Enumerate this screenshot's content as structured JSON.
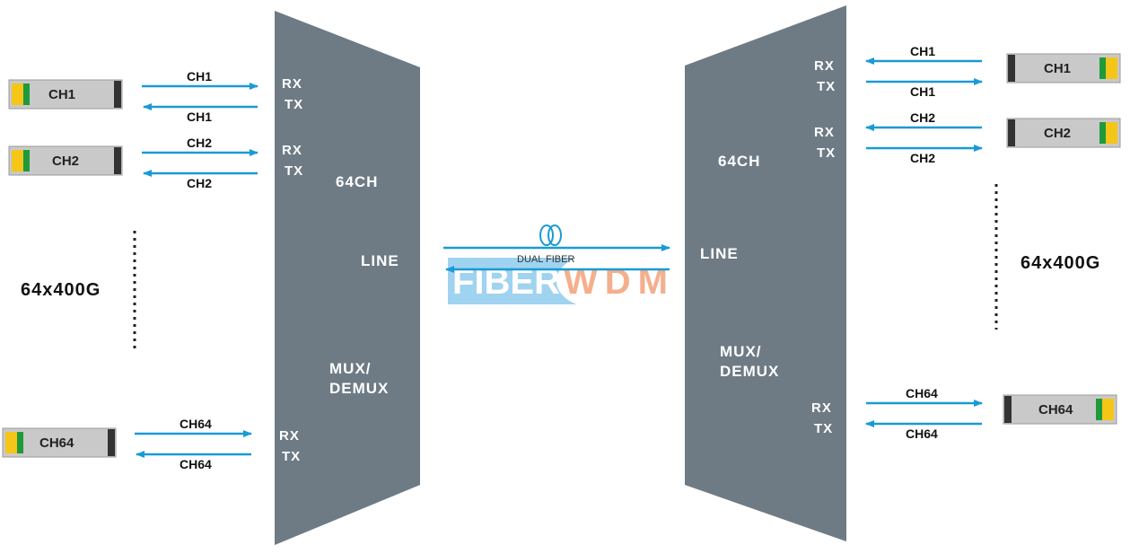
{
  "left": {
    "capacity": "64x400G",
    "mux": {
      "channels": "64CH",
      "line": "LINE",
      "mux_line1": "MUX/",
      "mux_line2": "DEMUX"
    },
    "channels": [
      {
        "module": "CH1",
        "tx_label": "CH1",
        "rx_label": "CH1",
        "rx": "RX",
        "tx": "TX"
      },
      {
        "module": "CH2",
        "tx_label": "CH2",
        "rx_label": "CH2",
        "rx": "RX",
        "tx": "TX"
      },
      {
        "module": "CH64",
        "tx_label": "CH64",
        "rx_label": "CH64",
        "rx": "RX",
        "tx": "TX"
      }
    ]
  },
  "right": {
    "capacity": "64x400G",
    "mux": {
      "channels": "64CH",
      "line": "LINE",
      "mux_line1": "MUX/",
      "mux_line2": "DEMUX"
    },
    "channels": [
      {
        "module": "CH1",
        "tx_label": "CH1",
        "rx_label": "CH1",
        "rx": "RX",
        "tx": "TX"
      },
      {
        "module": "CH2",
        "tx_label": "CH2",
        "rx_label": "CH2",
        "rx": "RX",
        "tx": "TX"
      },
      {
        "module": "CH64",
        "tx_label": "CH64",
        "rx_label": "CH64",
        "rx": "RX",
        "tx": "TX"
      }
    ]
  },
  "link": {
    "label": "DUAL FIBER"
  },
  "watermark": {
    "part1": "FIBER",
    "part2": "WDM"
  },
  "colors": {
    "mux": "#6e7b85",
    "arrow": "#1a9ad6",
    "module": "#c8c8c8",
    "connector": "#f5c518",
    "latch": "#1e9a3c"
  }
}
